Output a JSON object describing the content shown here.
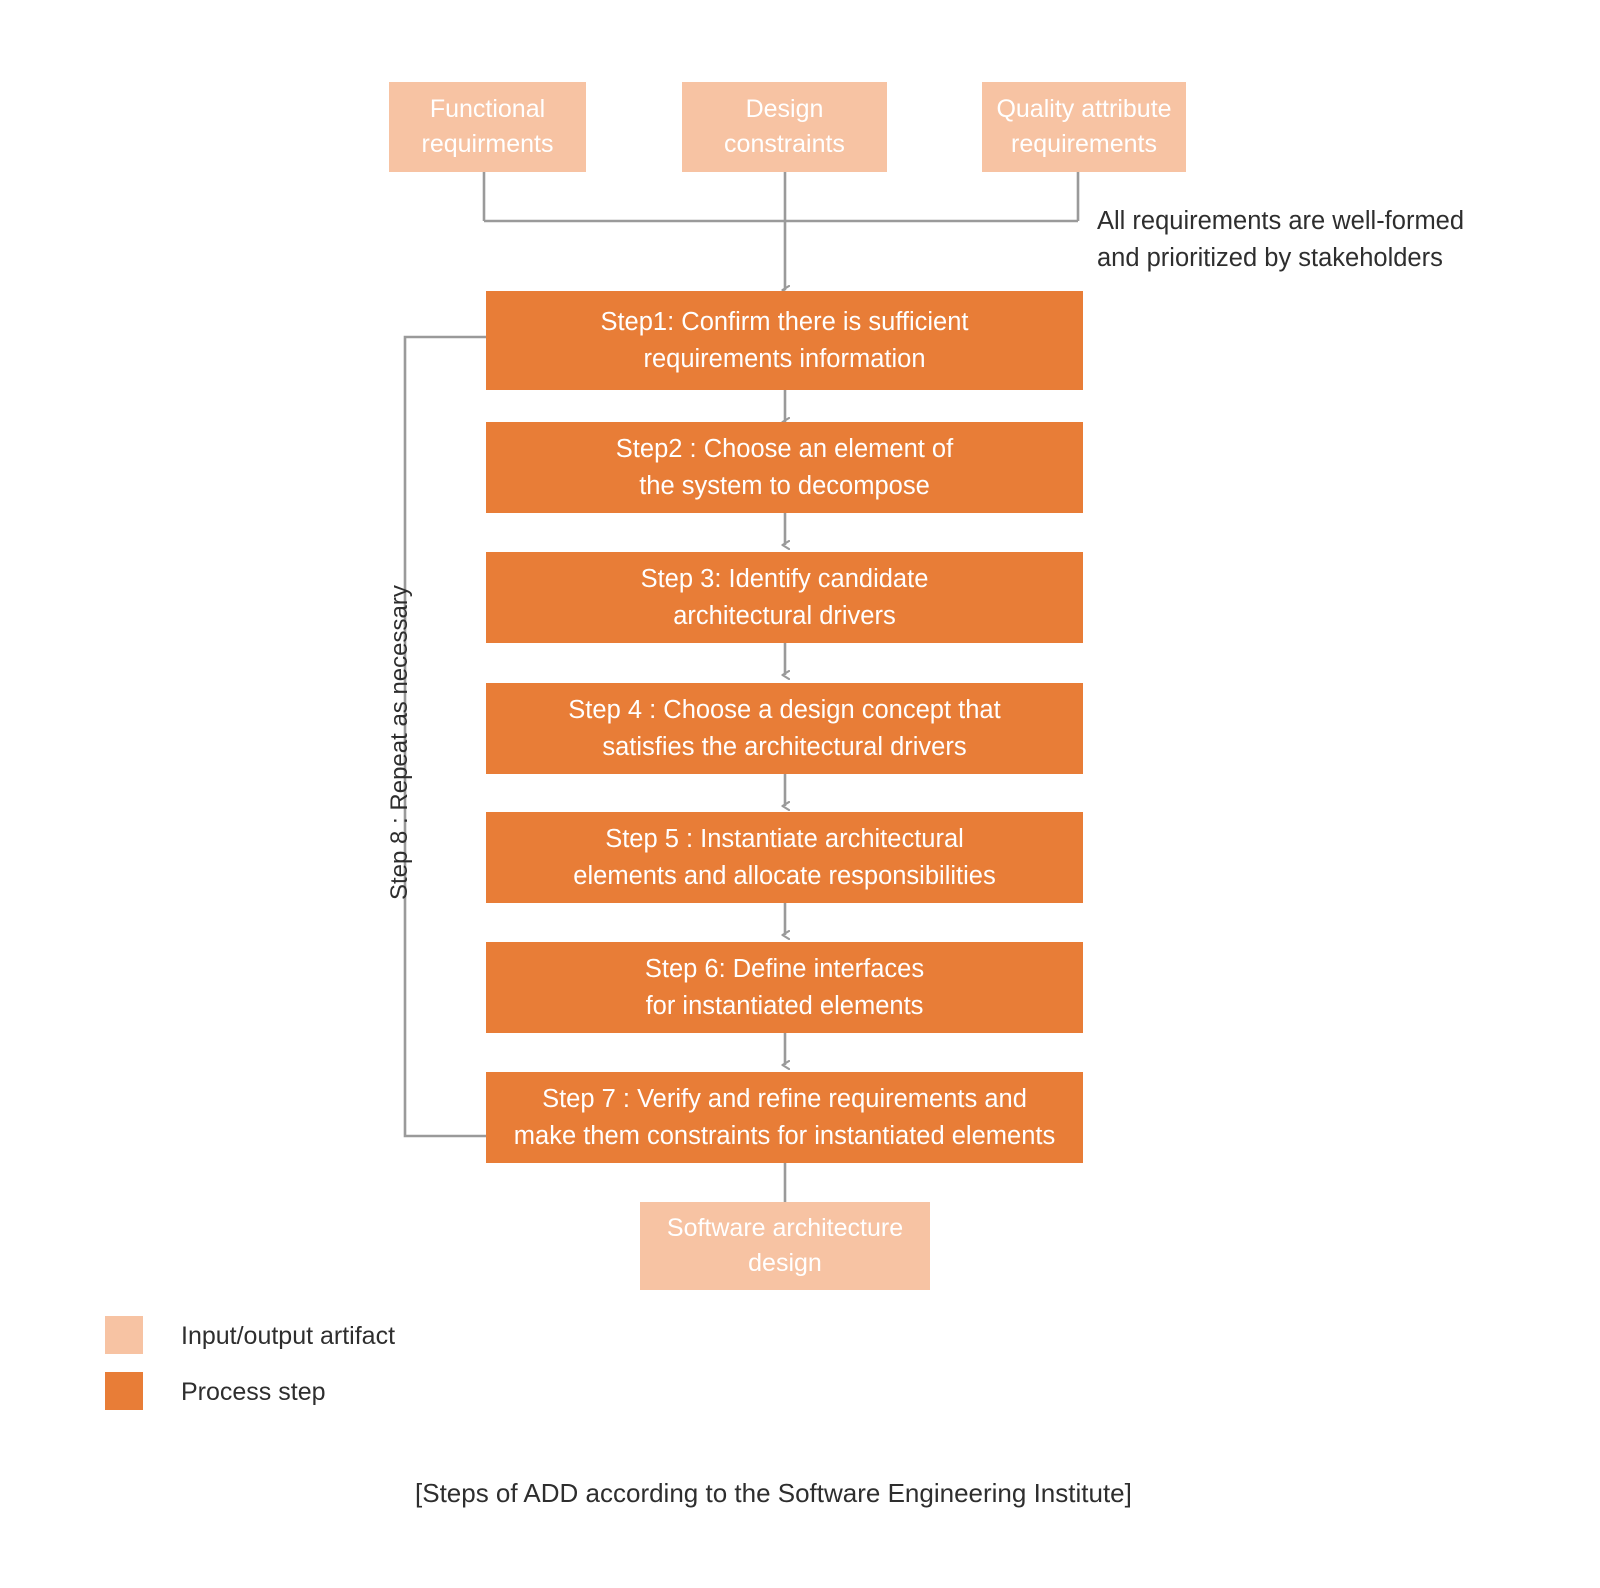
{
  "diagram": {
    "caption": "[Steps of ADD according to the Software Engineering Institute]",
    "colors": {
      "artifact": "#F7C3A3",
      "process": "#E87D37",
      "connector": "#9a9a9a",
      "text_on_fill": "#FFFFFF",
      "text_body": "#2E2E2E",
      "background": "#FFFFFF"
    },
    "inputs": [
      {
        "label": "Functional\nrequirments"
      },
      {
        "label": "Design\nconstraints"
      },
      {
        "label": "Quality attribute\nrequirements"
      }
    ],
    "annotation": "All requirements are well-formed\nand prioritized by stakeholders",
    "steps": [
      {
        "label": "Step1: Confirm there is sufficient\nrequirements information"
      },
      {
        "label": "Step2 : Choose an element of\nthe system to decompose"
      },
      {
        "label": "Step 3: Identify candidate\narchitectural drivers"
      },
      {
        "label": "Step 4 : Choose a design concept that\nsatisfies the architectural drivers"
      },
      {
        "label": "Step 5 : Instantiate architectural\nelements and allocate responsibilities"
      },
      {
        "label": "Step 6: Define interfaces\nfor instantiated  elements"
      },
      {
        "label": "Step 7 : Verify and refine requirements and\nmake them constraints for instantiated elements"
      }
    ],
    "loop_label": "Step 8 : Repeat as necessary",
    "output": {
      "label": "Software architecture\ndesign"
    },
    "legend": [
      {
        "label": "Input/output artifact",
        "color": "#F7C3A3"
      },
      {
        "label": "Process step",
        "color": "#E87D37"
      }
    ]
  }
}
